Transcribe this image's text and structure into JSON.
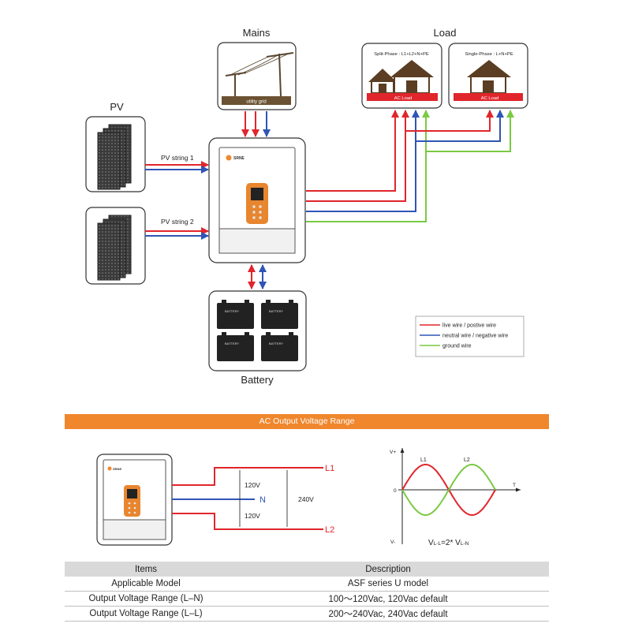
{
  "diagram": {
    "labels": {
      "mains": "Mains",
      "load": "Load",
      "pv": "PV",
      "battery": "Battery",
      "utility_grid": "utility grid",
      "split_phase": "Split-Phase : L1+L2+N+PE",
      "single_phase": "Single-Phase : L+N+PE",
      "ac_load": "AC Load",
      "pv_string_1": "PV string 1",
      "pv_string_2": "PV string 2",
      "brand": "SRNE",
      "battery_cell": "BATTERY"
    },
    "legend": {
      "live": "live wire / postive wire",
      "neutral": "neutral wire / negative wire",
      "ground": "ground wire"
    },
    "colors": {
      "live": "#e0262c",
      "neutral": "#2f55b5",
      "ground": "#7ac943",
      "accent": "#f0872d"
    }
  },
  "ac_output": {
    "banner": "AC Output Voltage Range",
    "circuit": {
      "l1": "L1",
      "n": "N",
      "l2": "L2",
      "v_upper": "120V",
      "v_lower": "120V",
      "v_total": "240V"
    },
    "waveform": {
      "y_pos": "V+",
      "y_neg": "V-",
      "zero": "0",
      "t": "T",
      "l1": "L1",
      "l2": "L2",
      "formula_left": "V",
      "formula_left_sub": "L-L",
      "formula_mid": "=2* V",
      "formula_right_sub": "L-N"
    }
  },
  "spec_table": {
    "headers": [
      "Items",
      "Description"
    ],
    "rows": [
      {
        "item": "Applicable Model",
        "desc": "ASF series U model"
      },
      {
        "item": "Output Voltage Range (L–N)",
        "desc": "100～120Vac, 120Vac default"
      },
      {
        "item": "Output Voltage Range (L–L)",
        "desc": "200～240Vac,  240Vac default"
      }
    ]
  }
}
